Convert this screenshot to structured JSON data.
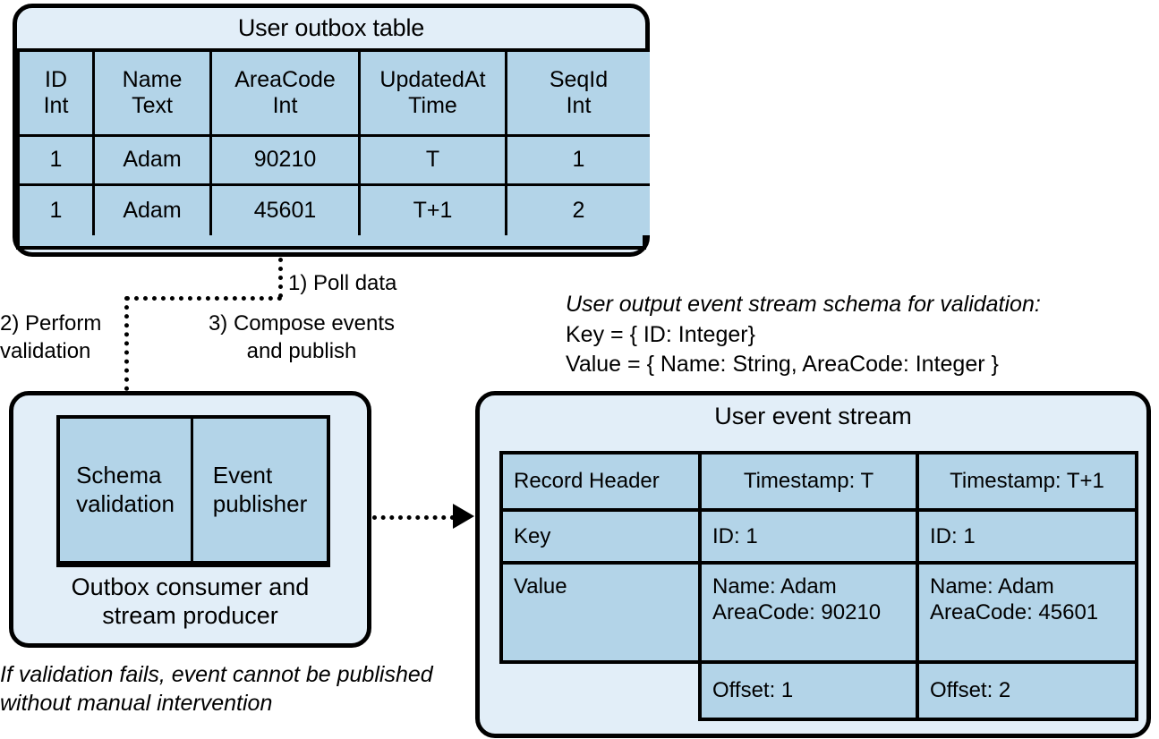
{
  "outbox_table": {
    "title": "User outbox table",
    "columns": [
      {
        "name": "ID",
        "type": "Int"
      },
      {
        "name": "Name",
        "type": "Text"
      },
      {
        "name": "AreaCode",
        "type": "Int"
      },
      {
        "name": "UpdatedAt",
        "type": "Time"
      },
      {
        "name": "SeqId",
        "type": "Int"
      }
    ],
    "rows": [
      {
        "id": "1",
        "name": "Adam",
        "areacode": "90210",
        "updatedat": "T",
        "seqid": "1"
      },
      {
        "id": "1",
        "name": "Adam",
        "areacode": "45601",
        "updatedat": "T+1",
        "seqid": "2"
      }
    ]
  },
  "flow": {
    "step1": "1) Poll data",
    "step2": "2) Perform\nvalidation",
    "step3": "3) Compose events\nand publish"
  },
  "schema_note": {
    "heading": "User output event stream schema for validation:",
    "key_line": "Key = { ID: Integer}",
    "value_line": "Value = { Name: String, AreaCode: Integer }"
  },
  "consumer": {
    "boxes": [
      "Schema\nvalidation",
      "Event\npublisher"
    ],
    "caption": "Outbox consumer and\nstream producer"
  },
  "footnote": "If validation fails, event cannot be published\nwithout manual intervention",
  "event_stream": {
    "title": "User event stream",
    "header_row": [
      "Record Header",
      "Timestamp: T",
      "Timestamp: T+1"
    ],
    "key_row": {
      "label": "Key",
      "col1": "ID: 1",
      "col2": "ID: 1"
    },
    "value_row": {
      "label": "Value",
      "col1": "Name: Adam\nAreaCode: 90210",
      "col2": "Name: Adam\nAreaCode: 45601"
    },
    "offset_row": {
      "label": "",
      "col1": "Offset: 1",
      "col2": "Offset: 2"
    }
  },
  "colors": {
    "panel_fill": "#e2eef8",
    "cell_fill": "#b3d4e8",
    "stroke": "#000000"
  }
}
